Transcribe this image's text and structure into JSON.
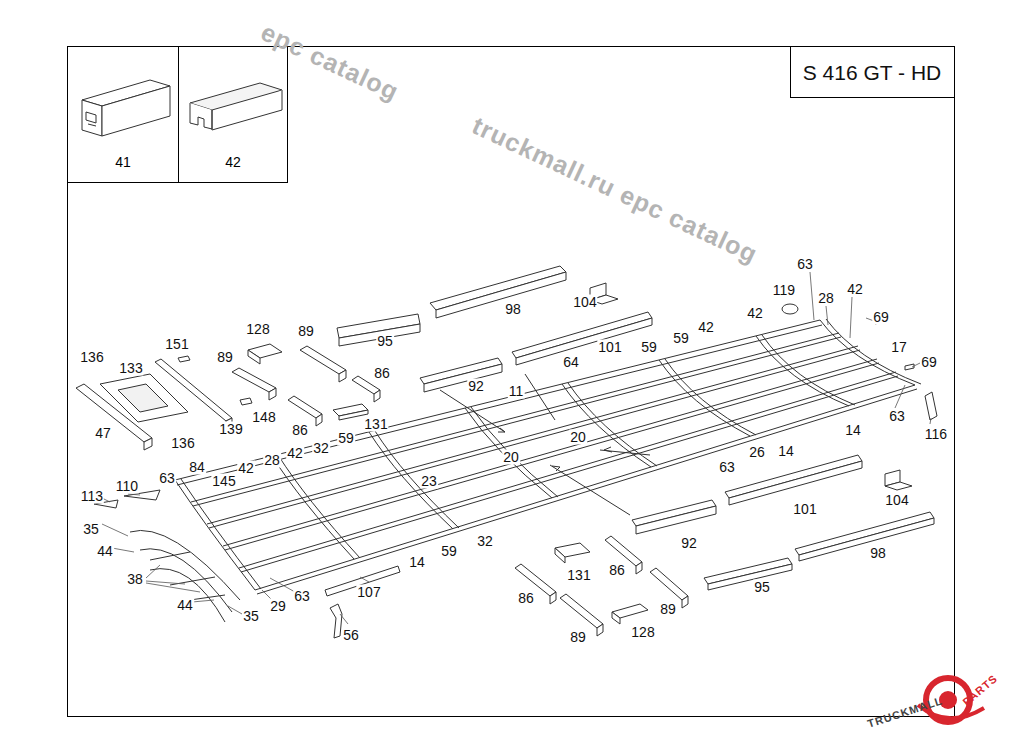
{
  "diagram": {
    "title": "S 416 GT - HD",
    "nodes": [
      {
        "text": [
          "41"
        ]
      },
      {
        "text": [
          "42"
        ]
      }
    ],
    "labels": [
      "98",
      "104",
      "95",
      "128",
      "89",
      "151",
      "136",
      "133",
      "89",
      "86",
      "92",
      "101",
      "59",
      "59",
      "42",
      "42",
      "119",
      "63",
      "28",
      "42",
      "69",
      "17",
      "69",
      "63",
      "116",
      "64",
      "11",
      "20",
      "20",
      "26",
      "14",
      "14",
      "63",
      "148",
      "86",
      "131",
      "47",
      "139",
      "136",
      "59",
      "32",
      "42",
      "28",
      "42",
      "84",
      "63",
      "145",
      "110",
      "113",
      "23",
      "104",
      "101",
      "35",
      "44",
      "92",
      "59",
      "32",
      "14",
      "38",
      "131",
      "86",
      "98",
      "95",
      "63",
      "29",
      "107",
      "44",
      "35",
      "86",
      "89",
      "128",
      "89",
      "56",
      "truckmall.ru epc catalog",
      "epc catalog",
      "TRUCKMALL",
      "PARTS"
    ]
  }
}
